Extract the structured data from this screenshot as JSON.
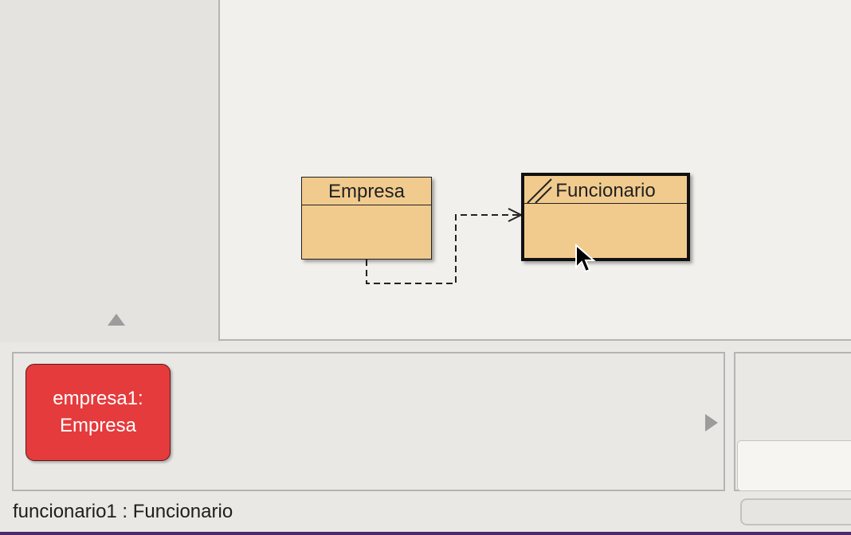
{
  "canvas": {
    "classes": [
      {
        "id": "empresa",
        "name": "Empresa"
      },
      {
        "id": "funcionario",
        "name": "Funcionario",
        "selected": true
      }
    ],
    "relations": [
      {
        "from": "Empresa",
        "to": "Funcionario",
        "style": "dashed",
        "arrow": "open"
      }
    ]
  },
  "object_bench": {
    "objects": [
      {
        "label_line1": "empresa1:",
        "label_line2": "Empresa",
        "color": "#e53b3c"
      }
    ]
  },
  "status_bar": {
    "text": "funcionario1 : Funcionario"
  },
  "colors": {
    "class_fill": "#f1cb8e",
    "object_fill": "#e53b3c",
    "canvas_background": "#f1f0ec"
  },
  "icons": [
    "scroll-up-arrow-icon",
    "scroll-right-arrow-icon",
    "resize-handle-icon",
    "mouse-pointer-icon"
  ]
}
